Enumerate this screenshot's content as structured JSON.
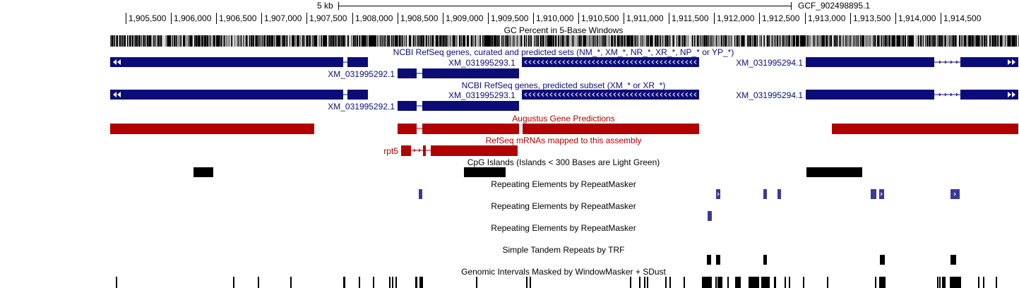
{
  "ruler": {
    "scale_label": "5 kb",
    "assembly_label": "GCF_902498895.1",
    "ticks": [
      "1,905,500",
      "1,906,000",
      "1,906,500",
      "1,907,000",
      "1,907,500",
      "1,908,000",
      "1,908,500",
      "1,909,000",
      "1,909,500",
      "1,910,000",
      "1,910,500",
      "1,911,000",
      "1,911,500",
      "1,912,000",
      "1,912,500",
      "1,913,000",
      "1,913,500",
      "1,914,000",
      "1,914,500"
    ]
  },
  "tracks": {
    "gc_percent": {
      "title": "GC Percent in 5-Base Windows"
    },
    "refseq_all": {
      "title": "NCBI RefSeq genes, curated and predicted sets (NM_*, XM_*, NR_*, XR_*, NP_* or YP_*)",
      "genes": [
        "XM_031995292.1",
        "XM_031995293.1",
        "XM_031995294.1"
      ]
    },
    "refseq_predicted": {
      "title": "NCBI RefSeq genes, predicted subset (XM_* or XR_*)",
      "genes": [
        "XM_031995292.1",
        "XM_031995293.1",
        "XM_031995294.1"
      ]
    },
    "augustus": {
      "title": "Augustus Gene Predictions"
    },
    "refseq_mrna": {
      "title": "RefSeq mRNAs mapped to this assembly",
      "genes": [
        "rpt5"
      ]
    },
    "cpg": {
      "title": "CpG Islands (Islands < 300 Bases are Light Green)"
    },
    "repeatmasker_1": {
      "title": "Repeating Elements by RepeatMasker"
    },
    "repeatmasker_2": {
      "title": "Repeating Elements by RepeatMasker"
    },
    "repeatmasker_3": {
      "title": "Repeating Elements by RepeatMasker"
    },
    "trf": {
      "title": "Simple Tandem Repeats by TRF"
    },
    "windowmasker": {
      "title": "Genomic Intervals Masked by WindowMasker + SDust"
    }
  },
  "colors": {
    "refseq": "#0c0c78",
    "augustus": "#b00000",
    "repeat": "#3a3a9a",
    "black": "#000000"
  }
}
